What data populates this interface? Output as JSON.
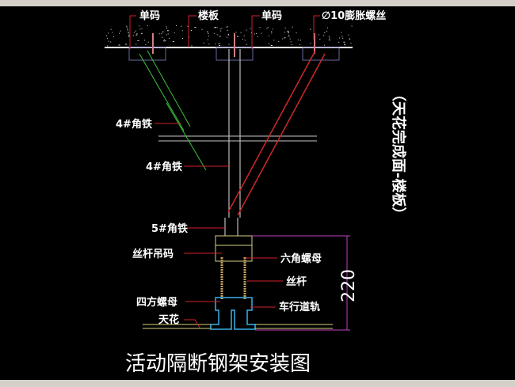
{
  "drawing": {
    "title": "活动隔断钢架安装图",
    "labels": {
      "single_code_left": "单码",
      "floor_slab": "楼板",
      "single_code_right": "单码",
      "expansion_bolt": "∅10膨胀螺丝",
      "angle_iron_4_upper": "4#角铁",
      "angle_iron_4_lower": "4#角铁",
      "angle_iron_5": "5#角铁",
      "rod_hanger": "丝杆吊码",
      "hex_nut": "六角螺母",
      "threaded_rod": "丝杆",
      "square_nut": "四方螺母",
      "track_rail": "车行道轨",
      "ceiling": "天花"
    },
    "dimension_value": "220",
    "dimension_note": "（天花完成面-楼板）"
  },
  "colors": {
    "background": "#000000",
    "leader": "#d0202a",
    "slab": "#ffffff",
    "block": "#6a6aa0",
    "green_angle": "#3ec43e",
    "red_angle": "#d02828",
    "hanger": "#d8d080",
    "rail": "#3ab0e8",
    "dimension": "#c040c0"
  }
}
